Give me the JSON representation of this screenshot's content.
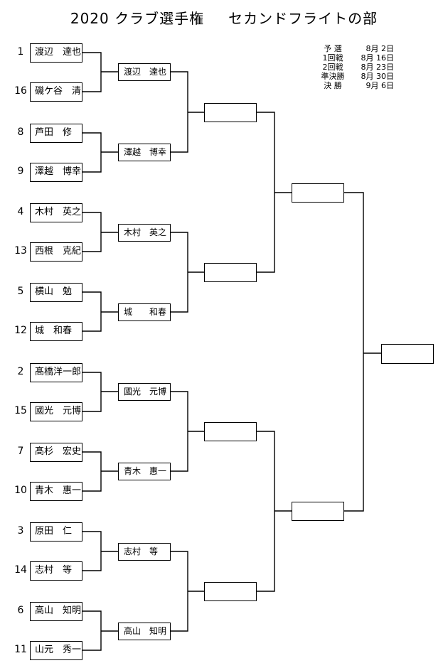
{
  "header": {
    "year": "2020",
    "event": "クラブ選手権",
    "division": "セカンドフライトの部"
  },
  "schedule": [
    {
      "stage": "予 選",
      "date": "8月 2日"
    },
    {
      "stage": "1回戦",
      "date": "8月 16日"
    },
    {
      "stage": "2回戦",
      "date": "8月 23日"
    },
    {
      "stage": "準決勝",
      "date": "8月 30日"
    },
    {
      "stage": "決 勝",
      "date": "9月 6日"
    }
  ],
  "players": [
    {
      "seed": "1",
      "name": "渡辺　達也"
    },
    {
      "seed": "16",
      "name": "磯ケ谷　清"
    },
    {
      "seed": "8",
      "name": "芦田　修"
    },
    {
      "seed": "9",
      "name": "澤越　博幸"
    },
    {
      "seed": "4",
      "name": "木村　英之"
    },
    {
      "seed": "13",
      "name": "西根　克紀"
    },
    {
      "seed": "5",
      "name": "横山　勉"
    },
    {
      "seed": "12",
      "name": "城　和春"
    },
    {
      "seed": "2",
      "name": "髙橋洋一郎"
    },
    {
      "seed": "15",
      "name": "國光　元博"
    },
    {
      "seed": "7",
      "name": "髙杉　宏史"
    },
    {
      "seed": "10",
      "name": "青木　惠一"
    },
    {
      "seed": "3",
      "name": "原田　仁"
    },
    {
      "seed": "14",
      "name": "志村　等"
    },
    {
      "seed": "6",
      "name": "高山　知明"
    },
    {
      "seed": "11",
      "name": "山元　秀一"
    }
  ],
  "round1_winners": [
    "渡辺　達也",
    "澤越　博幸",
    "木村　英之",
    "城　　和春",
    "國光　元博",
    "青木　惠一",
    "志村　等",
    "高山　知明"
  ]
}
